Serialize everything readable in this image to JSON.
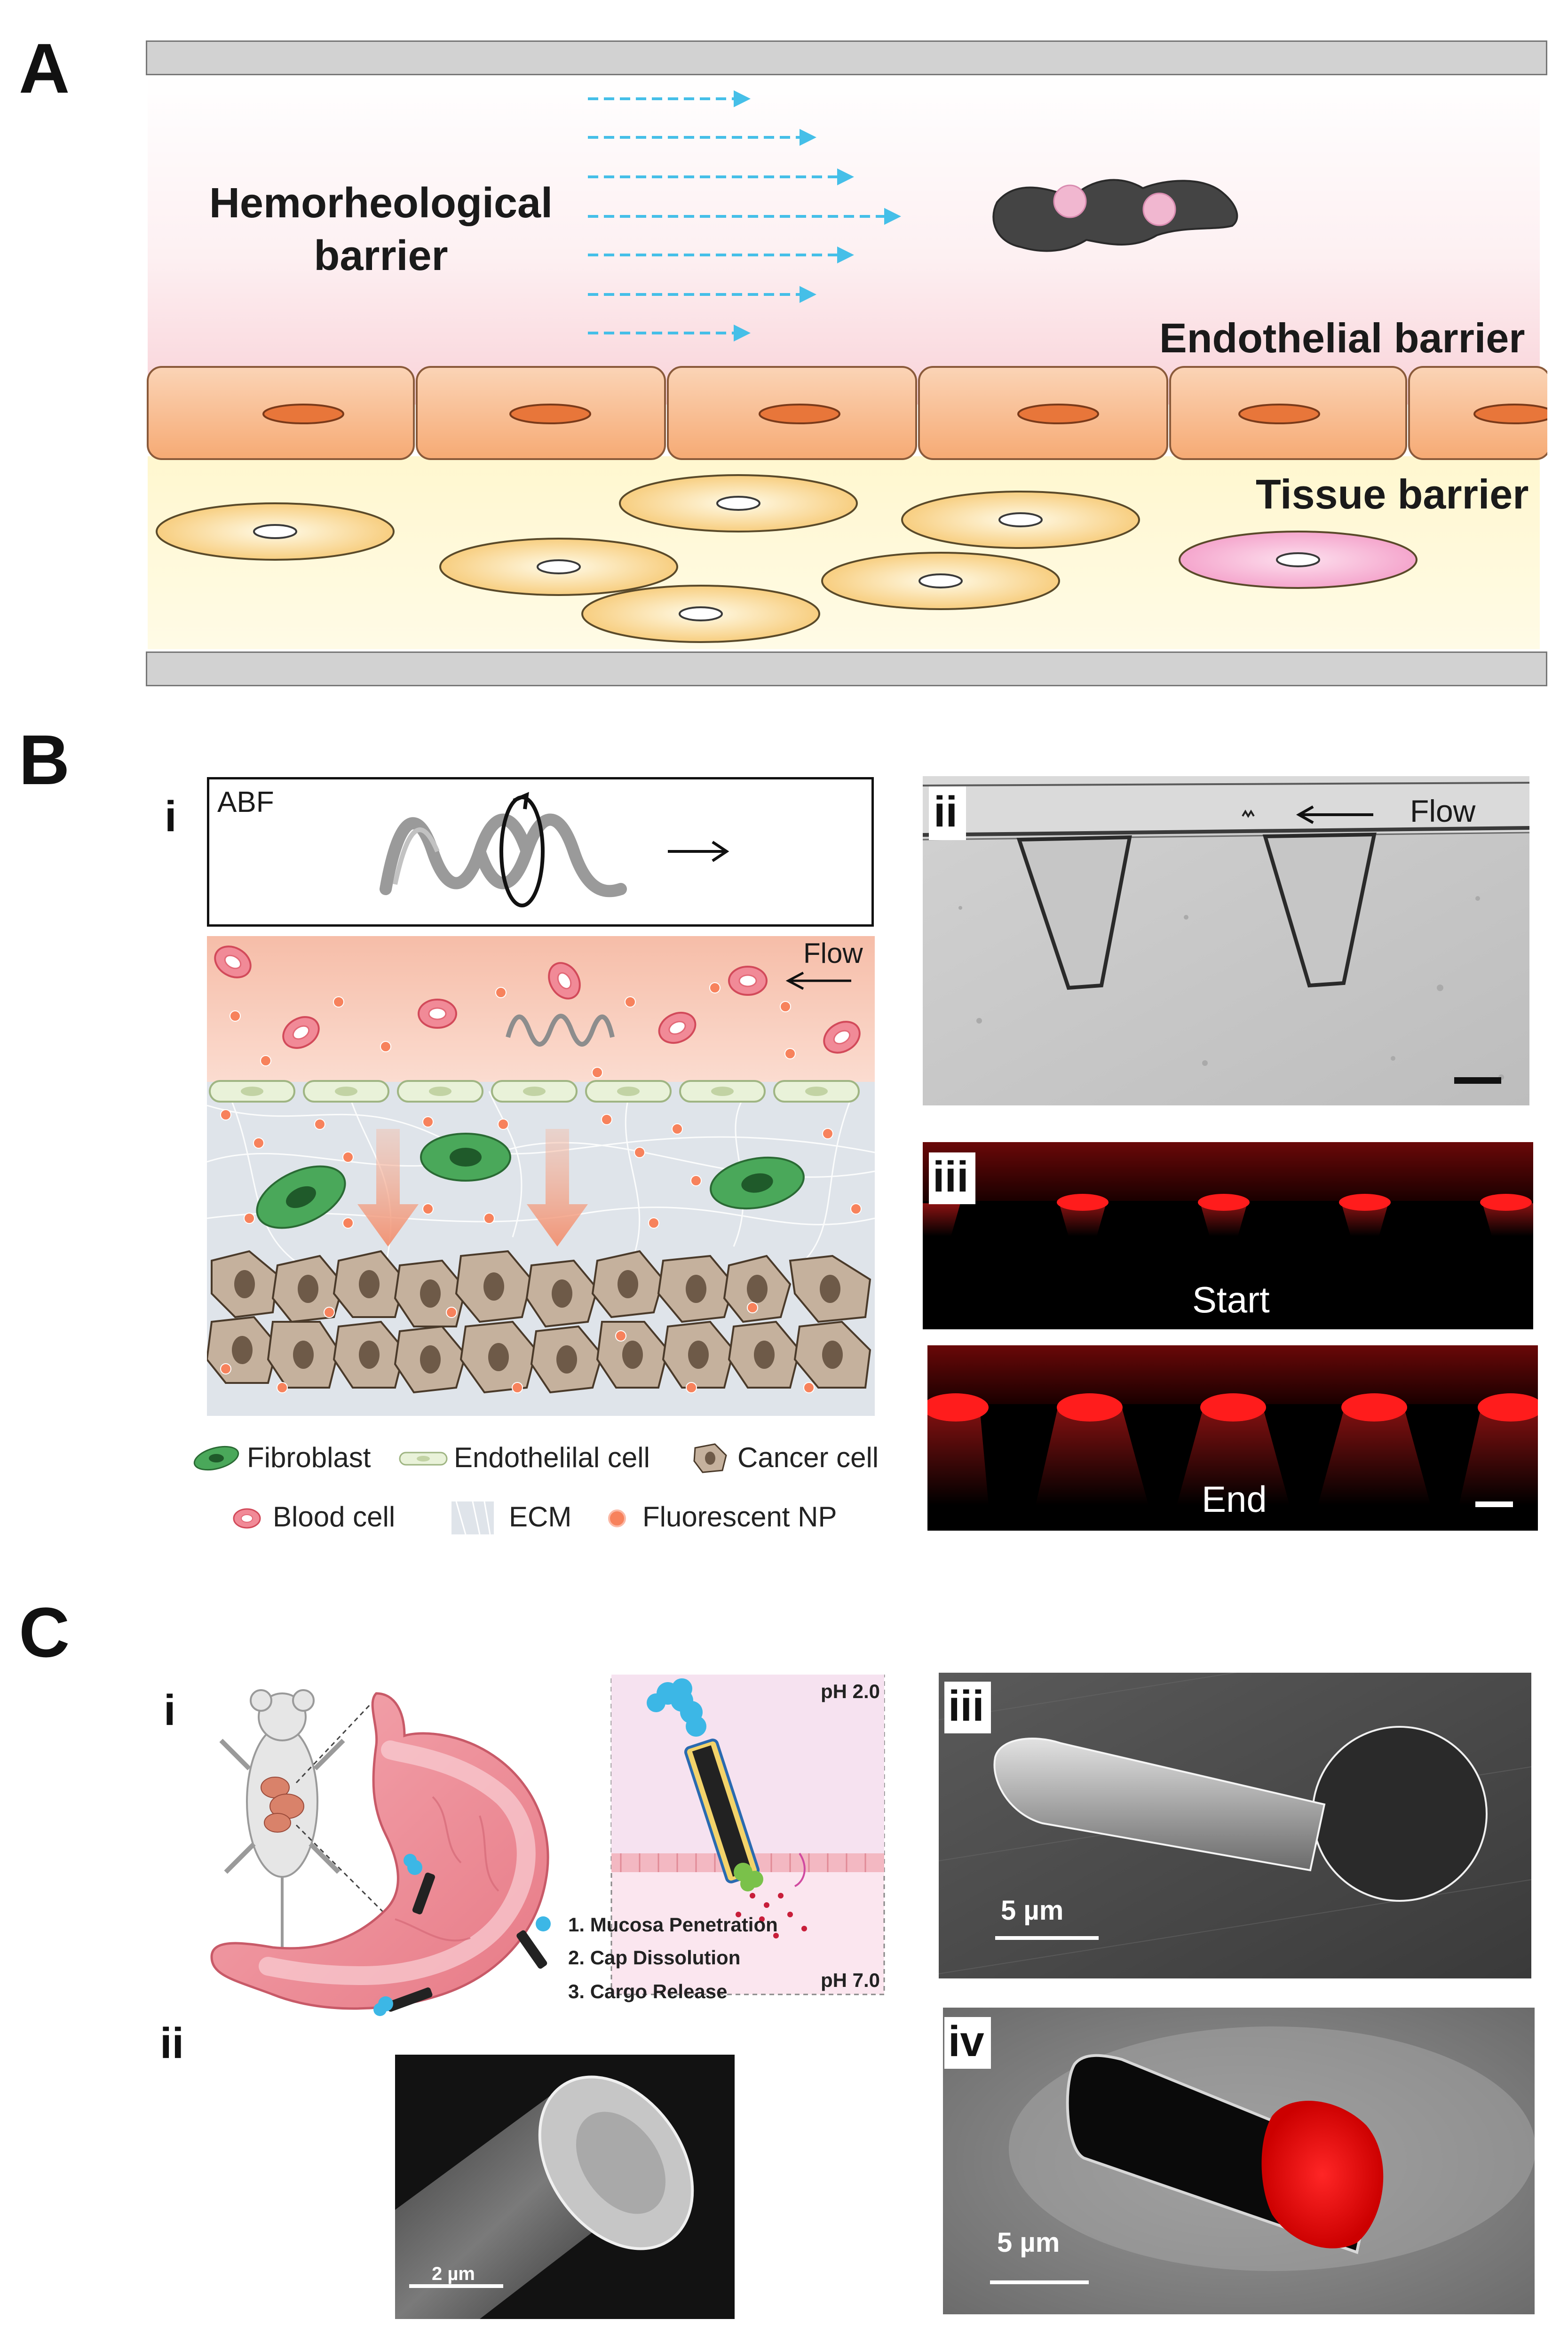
{
  "panels": {
    "a": {
      "letter": "A"
    },
    "b": {
      "letter": "B"
    },
    "c": {
      "letter": "C"
    }
  },
  "panel_a": {
    "hemorheological_line1": "Hemorheological",
    "hemorheological_line2": "barrier",
    "endothelial": "Endothelial barrier",
    "tissue": "Tissue barrier"
  },
  "panel_b": {
    "sub_i": "i",
    "sub_ii": "ii",
    "sub_iii": "iii",
    "abf_label": "ABF",
    "flow_label_i": "Flow",
    "flow_label_ii": "Flow",
    "start_label": "Start",
    "end_label": "End",
    "legend": {
      "fibroblast": "Fibroblast",
      "endothelial": "Endothelilal cell",
      "cancer": "Cancer cell",
      "blood": "Blood cell",
      "ecm": "ECM",
      "np": "Fluorescent NP"
    }
  },
  "panel_c": {
    "sub_i": "i",
    "sub_ii": "ii",
    "sub_iii": "iii",
    "sub_iv": "iv",
    "ph_top": "pH 2.0",
    "ph_bottom": "pH 7.0",
    "steps": [
      "1. Mucosa Penetration",
      "2. Cap Dissolution",
      "3. Cargo Release"
    ],
    "scale_ii": "2 µm",
    "scale_iii": "5 µm",
    "scale_iv": "5 µm"
  },
  "colors": {
    "blood_gradient_top": "#fdf3f5",
    "endothelial_cell": "#f7b98a",
    "tissue_bg": "#fdf8d2",
    "flow_arrow": "#45bfe8",
    "fluorescent_red": "#ff2020",
    "fibroblast": "#3a9a4a",
    "cancer_cell": "#c4b19c"
  }
}
